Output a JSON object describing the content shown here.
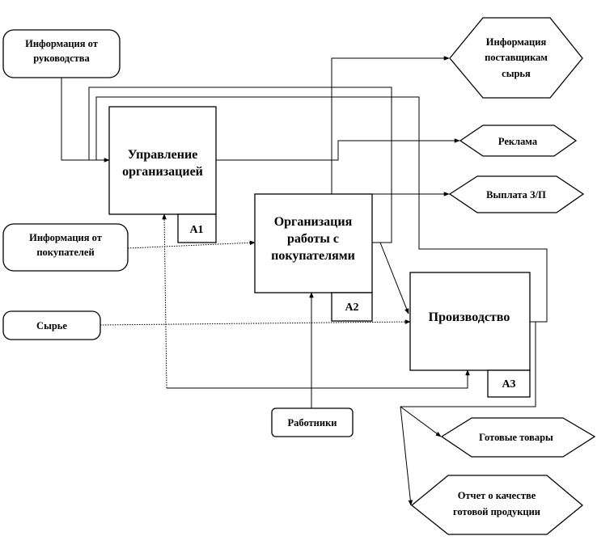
{
  "inputs": {
    "mgmt_info": [
      "Информация от",
      "руководства"
    ],
    "customer_info": [
      "Информация от",
      "покупателей"
    ],
    "raw_material": [
      "Сырье"
    ],
    "workers": [
      "Работники"
    ]
  },
  "activities": {
    "a1": {
      "label": [
        "Управление",
        "организацией"
      ],
      "id": "A1"
    },
    "a2": {
      "label": [
        "Организация",
        "работы с",
        "покупателями"
      ],
      "id": "A2"
    },
    "a3": {
      "label": [
        "Производство"
      ],
      "id": "A3"
    }
  },
  "outputs": {
    "supplier_info": [
      "Информация",
      "поставщикам",
      "сырья"
    ],
    "advertising": [
      "Реклама"
    ],
    "salary": [
      "Выплата З/П"
    ],
    "finished_goods": [
      "Готовые товары"
    ],
    "quality_report": [
      "Отчет о качестве",
      "готовой продукции"
    ]
  }
}
